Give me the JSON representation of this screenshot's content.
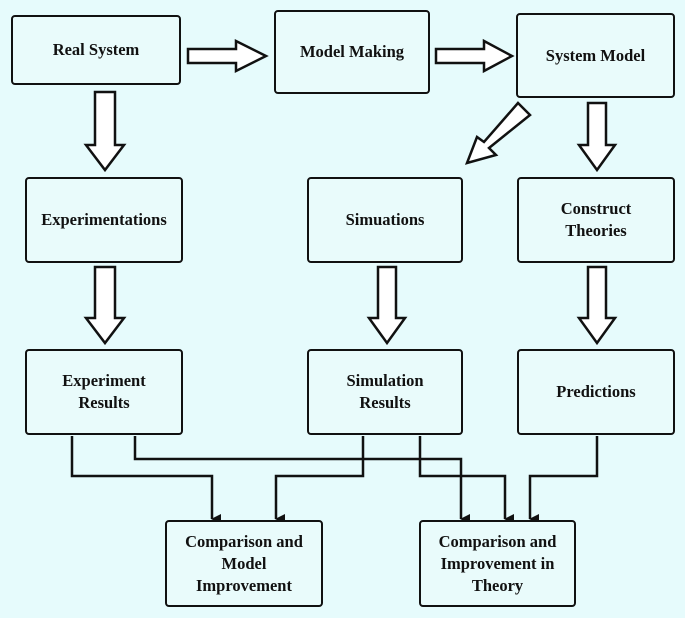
{
  "diagram": {
    "nodes": {
      "real_system": "Real System",
      "model_making": "Model Making",
      "system_model": "System Model",
      "experimentations": "Experimentations",
      "simuations": "Simuations",
      "construct_theories": "Construct\nTheories",
      "experiment_results": "Experiment\nResults",
      "simulation_results": "Simulation\nResults",
      "predictions": "Predictions",
      "comparison_model": "Comparison and\nModel\nImprovement",
      "comparison_theory": "Comparison and\nImprovement in\nTheory"
    },
    "colors": {
      "background": "#e6fbfc",
      "box_fill": "#e9fbfb",
      "stroke": "#111111"
    }
  }
}
